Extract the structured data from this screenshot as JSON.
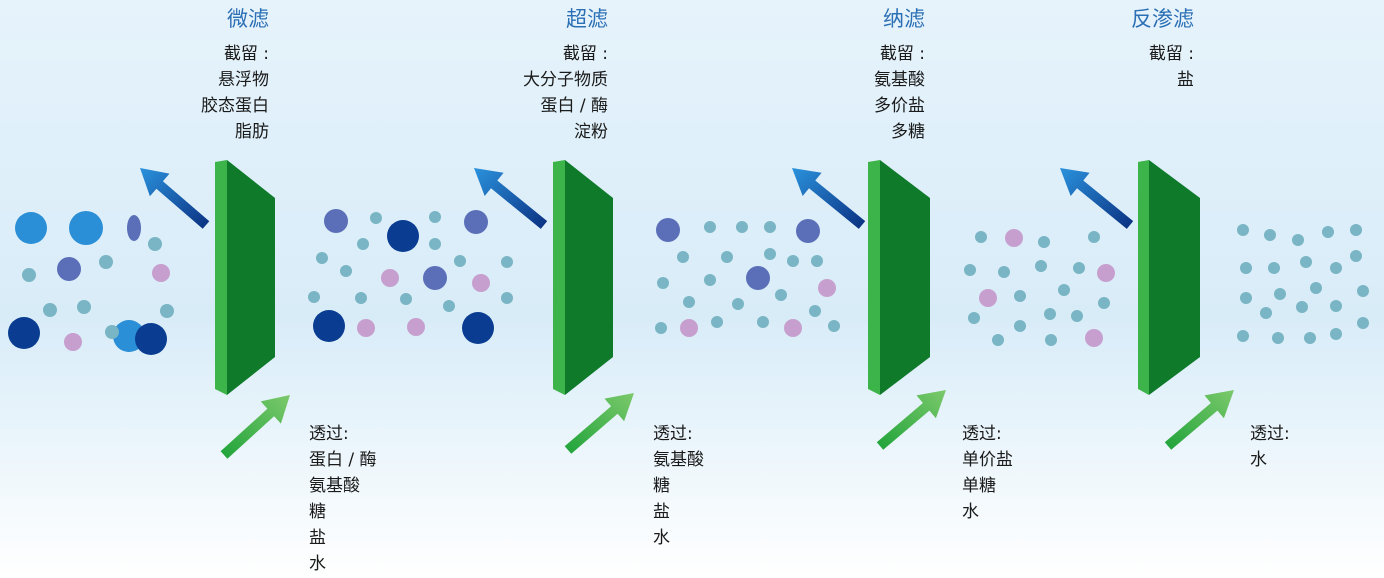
{
  "stages": [
    {
      "name": "微滤",
      "retained_title": "截留 :",
      "retained": [
        "悬浮物",
        "胶态蛋白",
        "脂肪"
      ],
      "passed_title": "透过:",
      "passed": [
        "蛋白 / 酶",
        "氨基酸",
        "糖",
        "盐",
        "水"
      ]
    },
    {
      "name": "超滤",
      "retained_title": "截留 :",
      "retained": [
        "大分子物质",
        "蛋白 / 酶",
        "淀粉"
      ],
      "passed_title": "透过:",
      "passed": [
        "氨基酸",
        "糖",
        "盐",
        "水"
      ]
    },
    {
      "name": "纳滤",
      "retained_title": "截留 :",
      "retained": [
        "氨基酸",
        "多价盐",
        "多糖"
      ],
      "passed_title": "透过:",
      "passed": [
        "单价盐",
        "单糖",
        "水"
      ]
    },
    {
      "name": "反渗滤",
      "retained_title": "截留 :",
      "retained": [
        "盐"
      ],
      "passed_title": "透过:",
      "passed": [
        "水"
      ]
    }
  ],
  "colors": {
    "title": "#2b6fb5",
    "membrane_front": "#0e7a2a",
    "membrane_side": "#3cb449",
    "arrow_retained": "#1f78c8",
    "arrow_passed": "#3cb449",
    "particle_large": "#2a8fd6",
    "particle_dark": "#0a3d91",
    "particle_medium": "#5a6fb8",
    "particle_pink": "#c79fce",
    "particle_small": "#79b5c4"
  }
}
